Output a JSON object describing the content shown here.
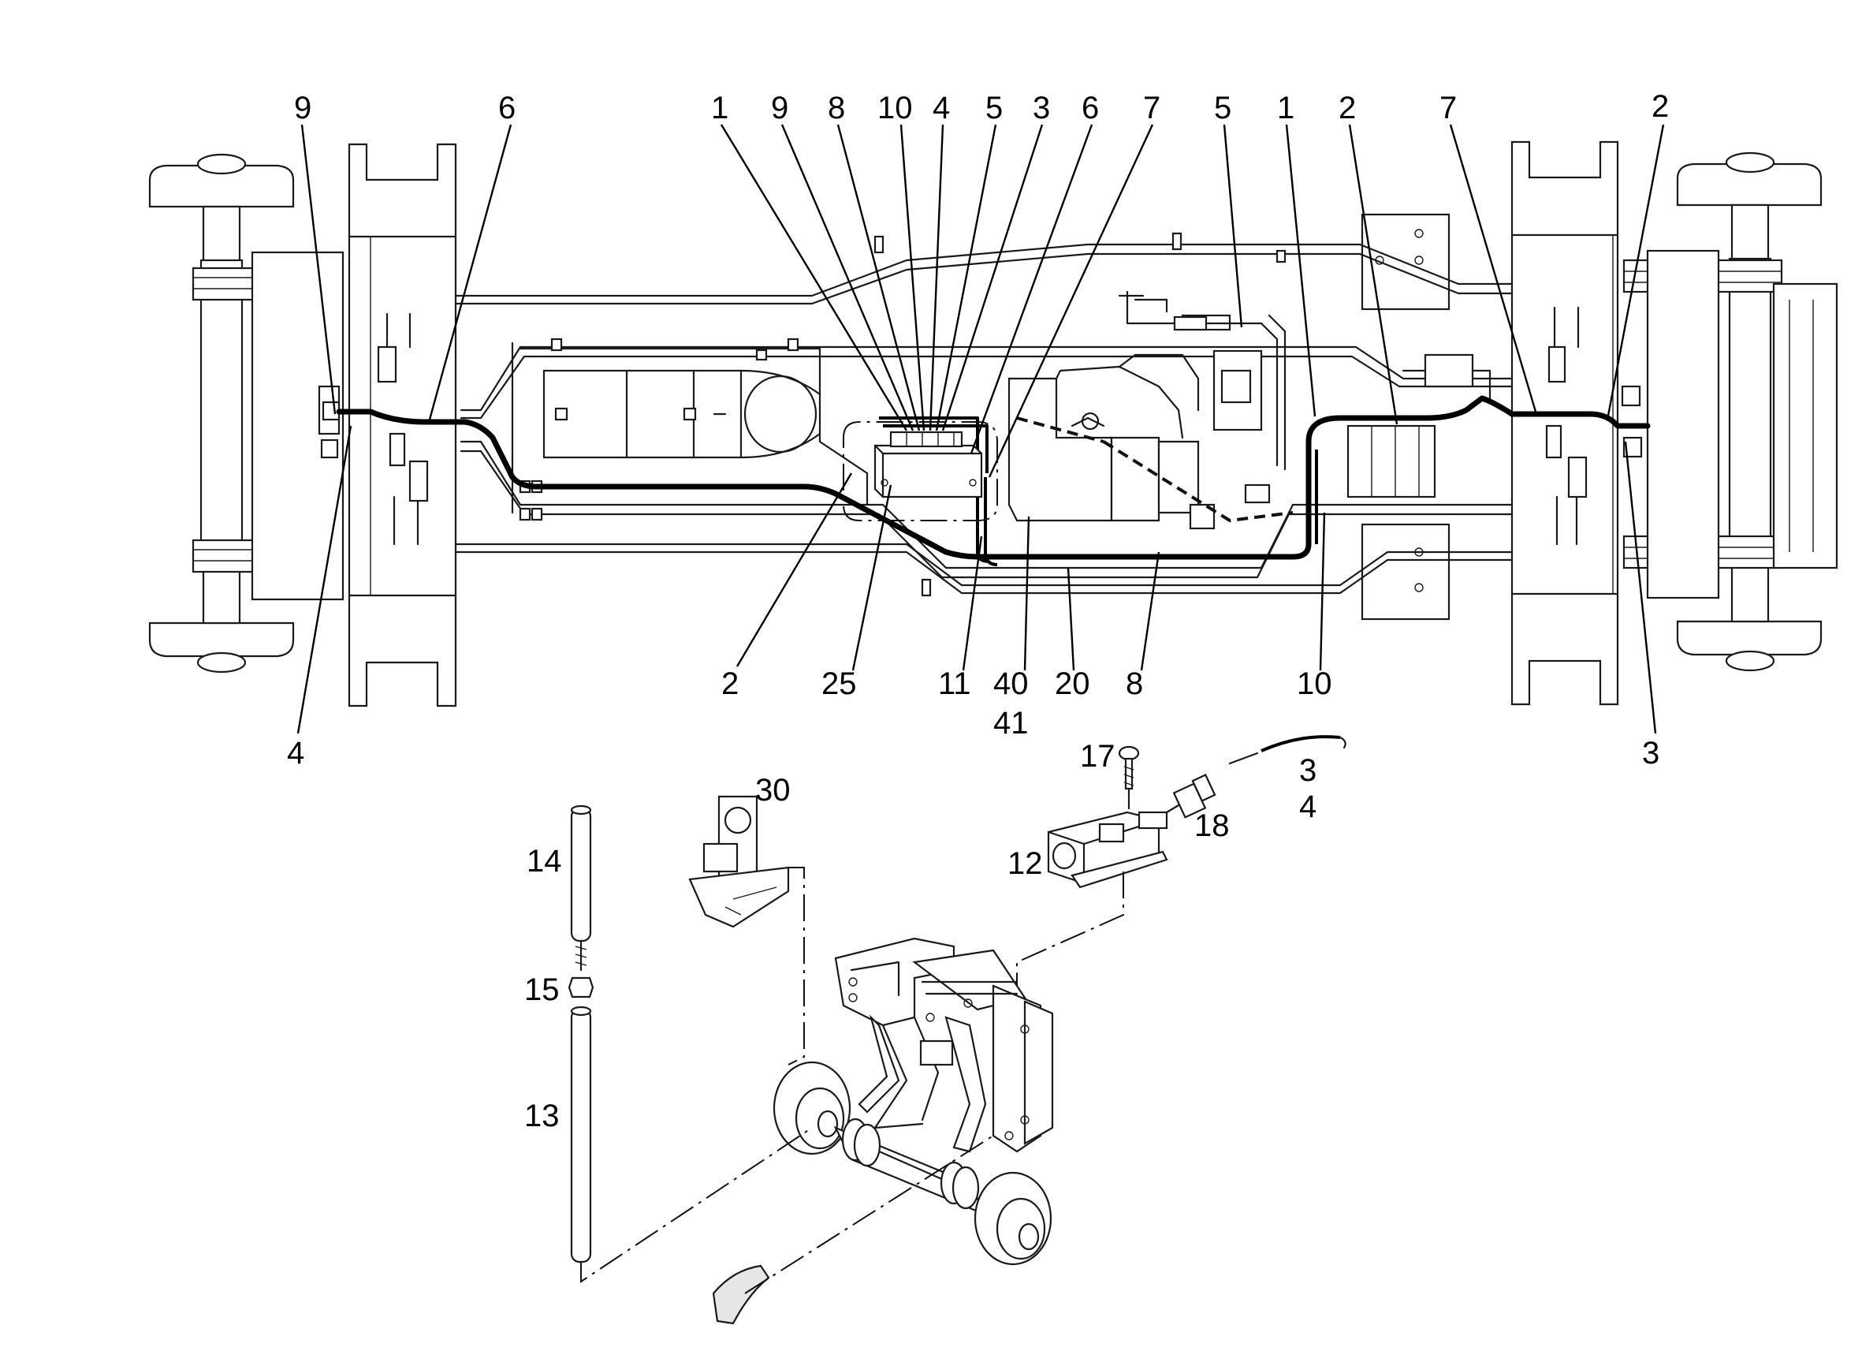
{
  "callouts": {
    "c1": "9",
    "c2": "6",
    "c3": "1",
    "c4": "9",
    "c5": "8",
    "c6": "10",
    "c7": "4",
    "c8": "5",
    "c9": "3",
    "c10": "6",
    "c11": "7",
    "c12": "5",
    "c13": "1",
    "c14": "2",
    "c15": "7",
    "c16": "2",
    "c17": "4",
    "c18": "2",
    "c19": "25",
    "c20": "11",
    "c21": "40",
    "c22": "41",
    "c23": "20",
    "c24": "8",
    "c25": "10",
    "c26": "3",
    "c27": "17",
    "c28": "3",
    "c29": "4",
    "c30": "18",
    "c31": "12",
    "c32": "30",
    "c33": "14",
    "c34": "15",
    "c35": "13"
  }
}
